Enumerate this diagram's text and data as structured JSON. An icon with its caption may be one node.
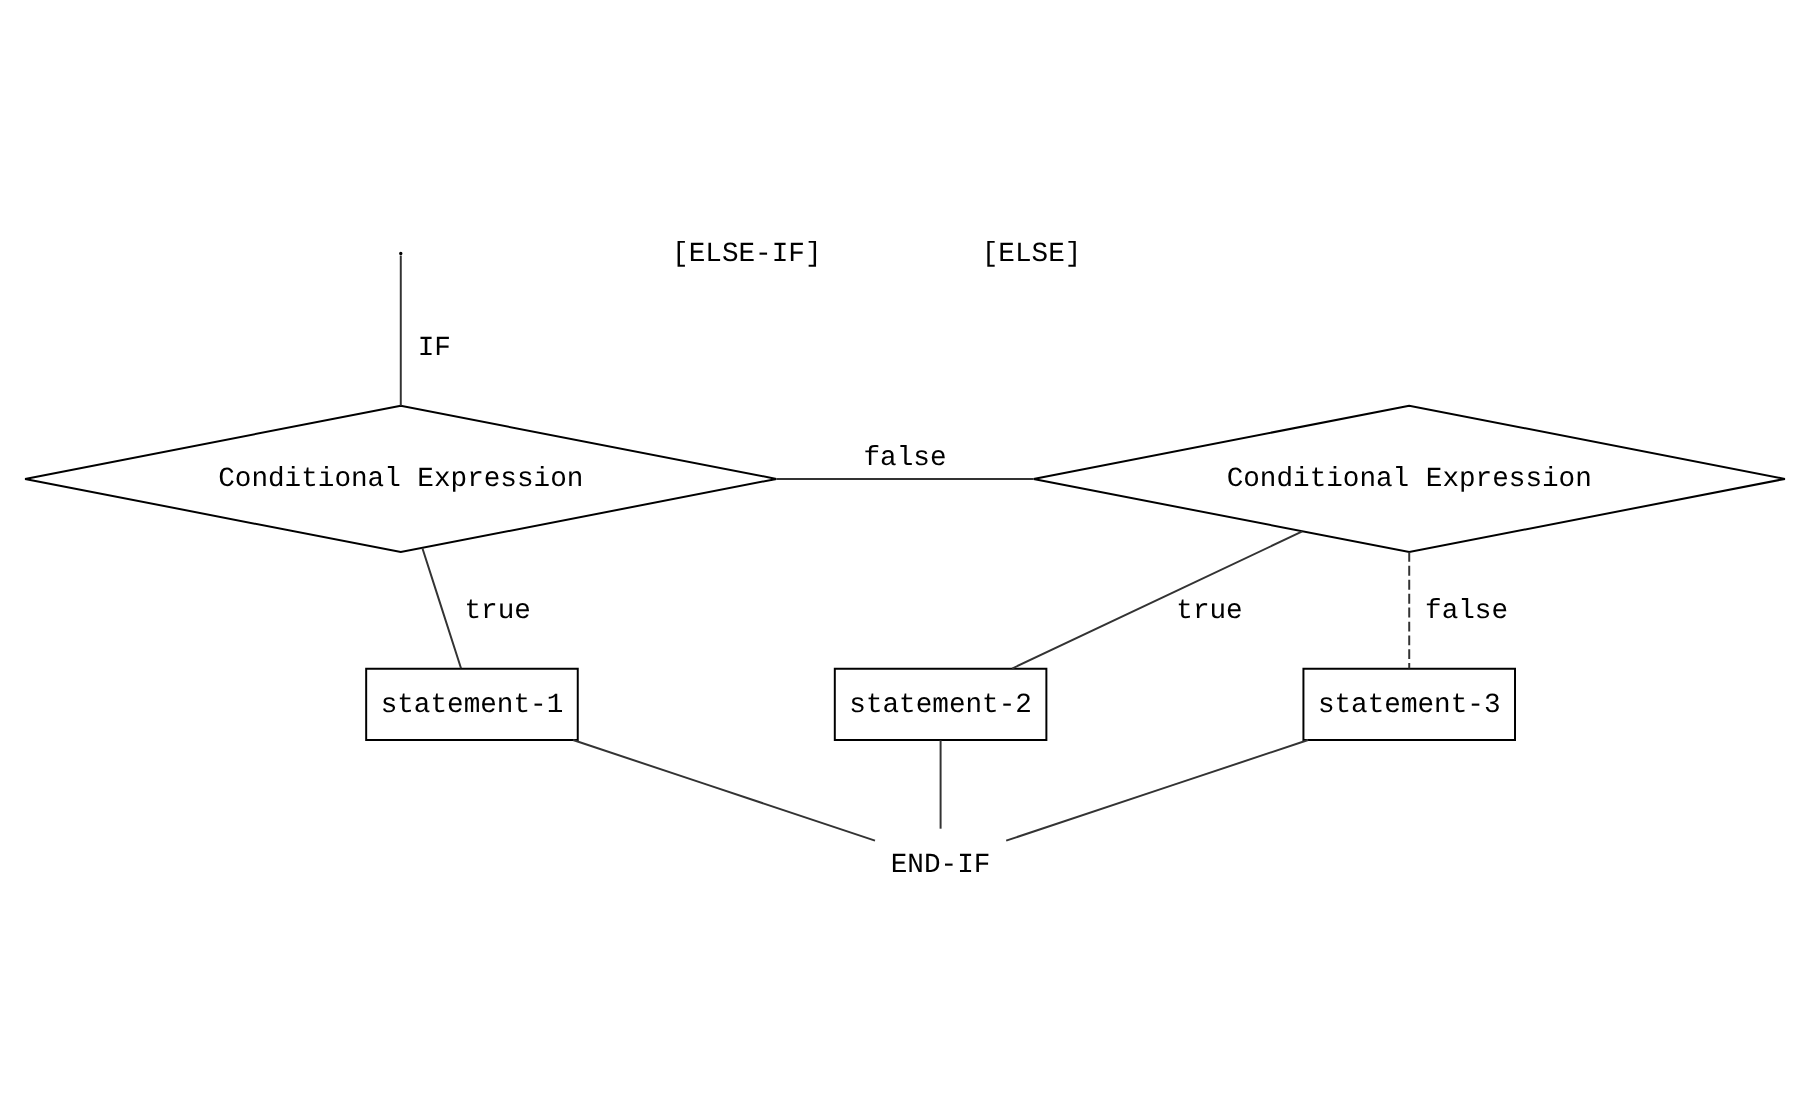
{
  "diagram": {
    "nodes": [
      {
        "text": [
          "Conditional Expression"
        ]
      },
      {
        "text": [
          "Conditional Expression"
        ]
      },
      {
        "text": [
          "statement-1"
        ]
      },
      {
        "text": [
          "statement-2"
        ]
      },
      {
        "text": [
          "statement-3"
        ]
      },
      {
        "text": [
          "END-IF"
        ]
      }
    ],
    "edges": [
      {
        "from": null,
        "to": 0,
        "arrow": "none",
        "label": "IF"
      },
      {
        "from": 0,
        "to": 1,
        "arrow": "none",
        "label": "false"
      },
      {
        "from": 0,
        "to": 2,
        "arrow": "none",
        "label": "true"
      },
      {
        "from": 1,
        "to": 4,
        "arrow": "none",
        "label": "false",
        "style": "dashed"
      },
      {
        "from": 1,
        "to": 3,
        "arrow": "none",
        "label": "true"
      },
      {
        "from": 2,
        "to": 5,
        "arrow": "none"
      },
      {
        "from": 3,
        "to": 5,
        "arrow": "none"
      },
      {
        "from": 4,
        "to": 5,
        "arrow": "none"
      }
    ],
    "labels": [
      "[ELSE-IF]",
      "[ELSE]"
    ]
  }
}
